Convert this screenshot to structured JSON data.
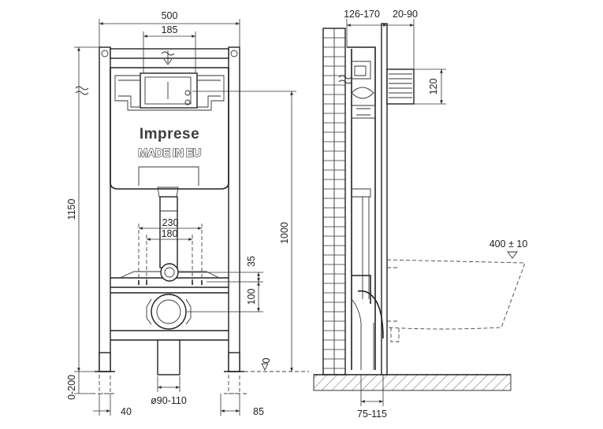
{
  "brand": {
    "name": "Imprese",
    "origin": "MADE IN EU"
  },
  "dimensions": {
    "width_top": "500",
    "width_185": "185",
    "width_230": "230",
    "width_180": "180",
    "height_total": "1150",
    "height_1000": "1000",
    "height_35": "35",
    "height_100": "100",
    "adjust_0_200": "0-200",
    "foot_40": "40",
    "foot_85": "85",
    "pipe_diameter": "ø90-110",
    "wall_126_170": "126-170",
    "wall_20_90": "20-90",
    "height_120": "120",
    "bowl_height": "400 ± 10",
    "floor_zero": "0",
    "depth_75_115": "75-115"
  }
}
